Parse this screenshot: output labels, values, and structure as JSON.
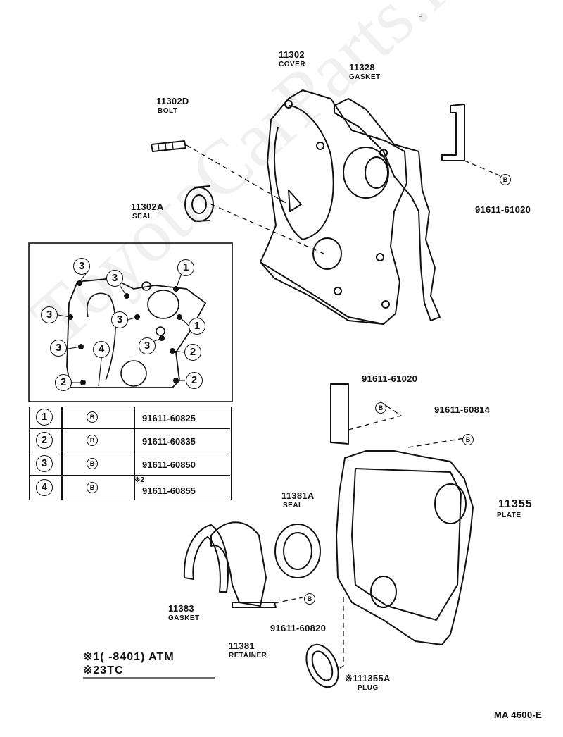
{
  "labels": {
    "cover_pn": "11302",
    "cover_name": "COVER",
    "gasket_pn": "11328",
    "gasket_name": "GASKET",
    "bolt_pn": "11302D",
    "bolt_name": "BOLT",
    "seal_pn": "11302A",
    "seal_name": "SEAL",
    "bolt_b_top": "91611-61020",
    "bolt_b_mid": "91611-61020",
    "bolt_b_814": "91611-60814",
    "plate_pn": "11355",
    "plate_name": "PLATE",
    "seal2_pn": "11381A",
    "seal2_name": "SEAL",
    "gasket2_pn": "11383",
    "gasket2_name": "GASKET",
    "retainer_pn": "11381",
    "retainer_name": "RETAINER",
    "bolt_b_820": "91611-60820",
    "plug_pn": "※111355A",
    "plug_name": "PLUG",
    "note1": "※1(      -8401) ATM",
    "note2": "※23TC",
    "figure_code": "MA 4600-E",
    "dash_mark": "-",
    "b_symbol": "B",
    "watermark": "ToyotaCarParts.ru"
  },
  "inset": {
    "callouts": [
      "3",
      "1",
      "3",
      "3",
      "1",
      "3",
      "3",
      "4",
      "2",
      "2",
      "2",
      "3"
    ]
  },
  "table": {
    "rows": [
      {
        "num": "1",
        "sym": "B",
        "note": "",
        "part": "91611-60825"
      },
      {
        "num": "2",
        "sym": "B",
        "note": "",
        "part": "91611-60835"
      },
      {
        "num": "3",
        "sym": "B",
        "note": "",
        "part": "91611-60850"
      },
      {
        "num": "4",
        "sym": "B",
        "note": "※2",
        "part": "91611-60855"
      }
    ]
  }
}
